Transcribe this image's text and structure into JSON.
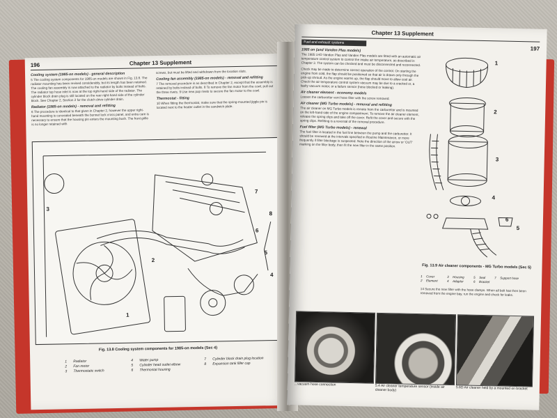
{
  "left_page": {
    "header": "Chapter 13 Supplement",
    "page_number": "196",
    "col1": [
      {
        "heading": "Cooling system (1985-on models) - general description",
        "text": "5 The cooling system components for 1985-on models are shown in Fig. 13.8. The radiator mounting has been revised considerably, but its length has been retained. The cooling fan assembly is now attached to the radiator by bolts instead of bolts. The radiator top hose inlet is now at the top right-hand side of the radiator. The cylinder block drain plug is still located on the rear right-hand side of the cylinder block. See Chapter 2, Section 2 for the clutch drive cylinder drain."
      },
      {
        "heading": "Radiator (1985-on models) - removal and refitting",
        "text": "6 The procedure is identical to that given in Chapter 2, however the upper right-hand mounting is concealed beneath the bonnet lock cross panel, and extra care is necessary to ensure that the housing pin enters the mounting bush. The front grille is no longer retained with"
      }
    ],
    "col2": [
      {
        "heading": "",
        "text": "screws, but must be lifted and withdrawn from the location slots."
      },
      {
        "heading": "Cooling fan assembly (1985-on models) - removal and refitting",
        "text": "7 The removal procedure is as described in Chapter 2, except that the assembly is retained by bolts instead of bolts. 8 To remove the fan motor from the cowl, pull out the three rivets. 9 Use new pop rivets to secure the fan motor to the cowl."
      },
      {
        "heading": "Thermostat - fitting",
        "text": "10 When fitting the thermostat, make sure that the spring-mounted jiggle pin is located next to the heater outlet in the sandwich plate."
      }
    ],
    "figure_caption": "Fig. 13.8 Cooling system components for 1985-on models (Sec 4)",
    "legend": [
      [
        "1",
        "Radiator"
      ],
      [
        "2",
        "Fan motor"
      ],
      [
        "3",
        "Thermostatic switch"
      ],
      [
        "4",
        "Water pump"
      ],
      [
        "5",
        "Cylinder head outlet elbow"
      ],
      [
        "6",
        "Thermostat housing"
      ],
      [
        "7",
        "Cylinder block drain plug location"
      ],
      [
        "8",
        "Expansion tank filler cap"
      ]
    ],
    "callouts": [
      "7",
      "3",
      "8",
      "6",
      "2",
      "5",
      "1",
      "4"
    ]
  },
  "right_page": {
    "header": "Chapter 13 Supplement",
    "page_number": "197",
    "section_tab": "Fuel and exhaust systems",
    "col1": [
      {
        "heading": "1985 on (and Vanden Plas models)",
        "text": "The 1985 LHD Vanden Plas and Vanden Plas models are fitted with an automatic air temperature control system to control the intake air temperature, as described in Chapter 3. The system can be checked and must be disconnected and reconnected."
      },
      {
        "heading": "",
        "text": "Check may be made to determine correct operation of the control. On starting the engine from cold, the flap should be positioned so that air is drawn only through the pick-up shroud. As the engine warms up, the flap should move to allow cool air. Check the air temperature control system vacuum may be due to a cracked or, a faulty vacuum motor, or a failure sensor (hose blocked or leaking)."
      },
      {
        "heading": "Air cleaner element - economy models",
        "text": "Loosen the carburettor vent hose filter with the screw removed."
      },
      {
        "heading": "Air cleaner (MG Turbo models) - removal and refitting",
        "text": "The air cleaner on MG Turbo models is remote from the carburettor and is mounted on the left-hand side of the engine compartment. To remove the air cleaner element, release the spring clips and take off the cover. Refit the cover and secure with the spring clips. Refitting is a reversal of the removal procedure."
      },
      {
        "heading": "Fuel filter (MG Turbo models) - renewal",
        "text": "The fuel filter is located in the fuel line between the pump and the carburettor. It should be renewed at the intervals specified in Routine Maintenance, or more frequently if filter blockage is suspected. Note the direction of the arrow or 'OUT' marking on the filter body, then fit the new filter in the same position."
      }
    ],
    "figure_caption": "Fig. 13.9 Air cleaner components - MG Turbo models (Sec 5)",
    "legend": [
      [
        "1",
        "Cover"
      ],
      [
        "2",
        "Element"
      ],
      [
        "3",
        "Housing"
      ],
      [
        "4",
        "Adaptor"
      ],
      [
        "5",
        "Seal"
      ],
      [
        "6",
        "Bracket"
      ],
      [
        "7",
        "Support hose"
      ]
    ],
    "step_text": "14 Secure the new filter with the hose clamps. When all bolt has then been removed from the engine bay, run the engine and check for leaks.",
    "callouts": [
      "1",
      "2",
      "3",
      "4",
      "5",
      "6"
    ],
    "photos": [
      {
        "caption": "...vacuum hose connection"
      },
      {
        "caption": "5.4 Air cleaner temperature sensor (inside air cleaner body)"
      },
      {
        "caption": "5.6D Air cleaner held by a mounted on bracket"
      }
    ]
  }
}
